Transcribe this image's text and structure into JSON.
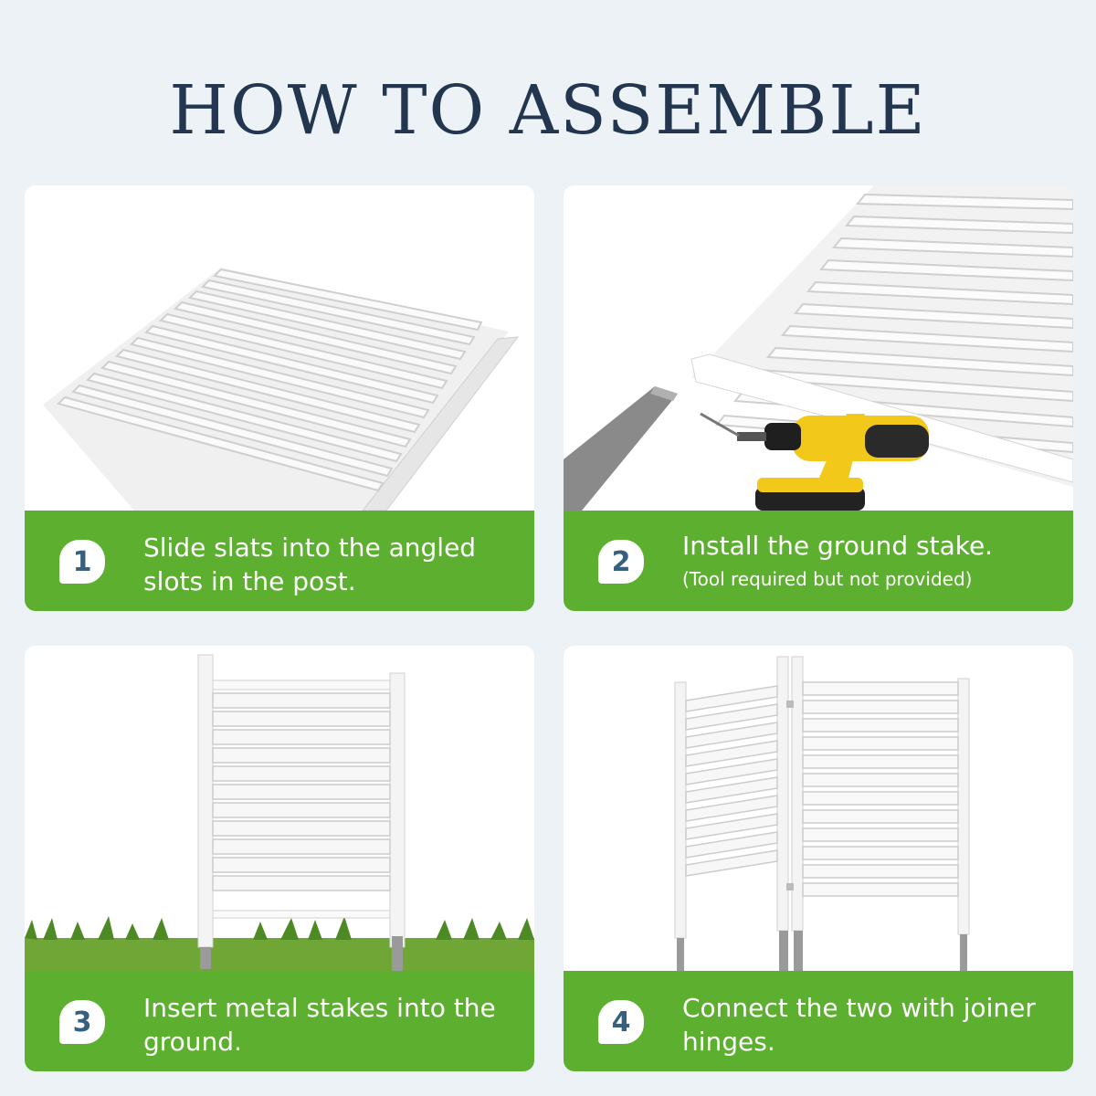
{
  "title": "HOW TO ASSEMBLE",
  "colors": {
    "title": "#22364f",
    "band": "#5daf2f",
    "badge_text": "#37607e",
    "background": "#edf2f7"
  },
  "steps": [
    {
      "number": "1",
      "text": "Slide slats into the angled slots in the post.",
      "note": ""
    },
    {
      "number": "2",
      "text": "Install the ground stake.",
      "note": "(Tool required but not provided)"
    },
    {
      "number": "3",
      "text": "Insert metal stakes into the ground.",
      "note": ""
    },
    {
      "number": "4",
      "text": "Connect the two with joiner hinges.",
      "note": ""
    }
  ]
}
